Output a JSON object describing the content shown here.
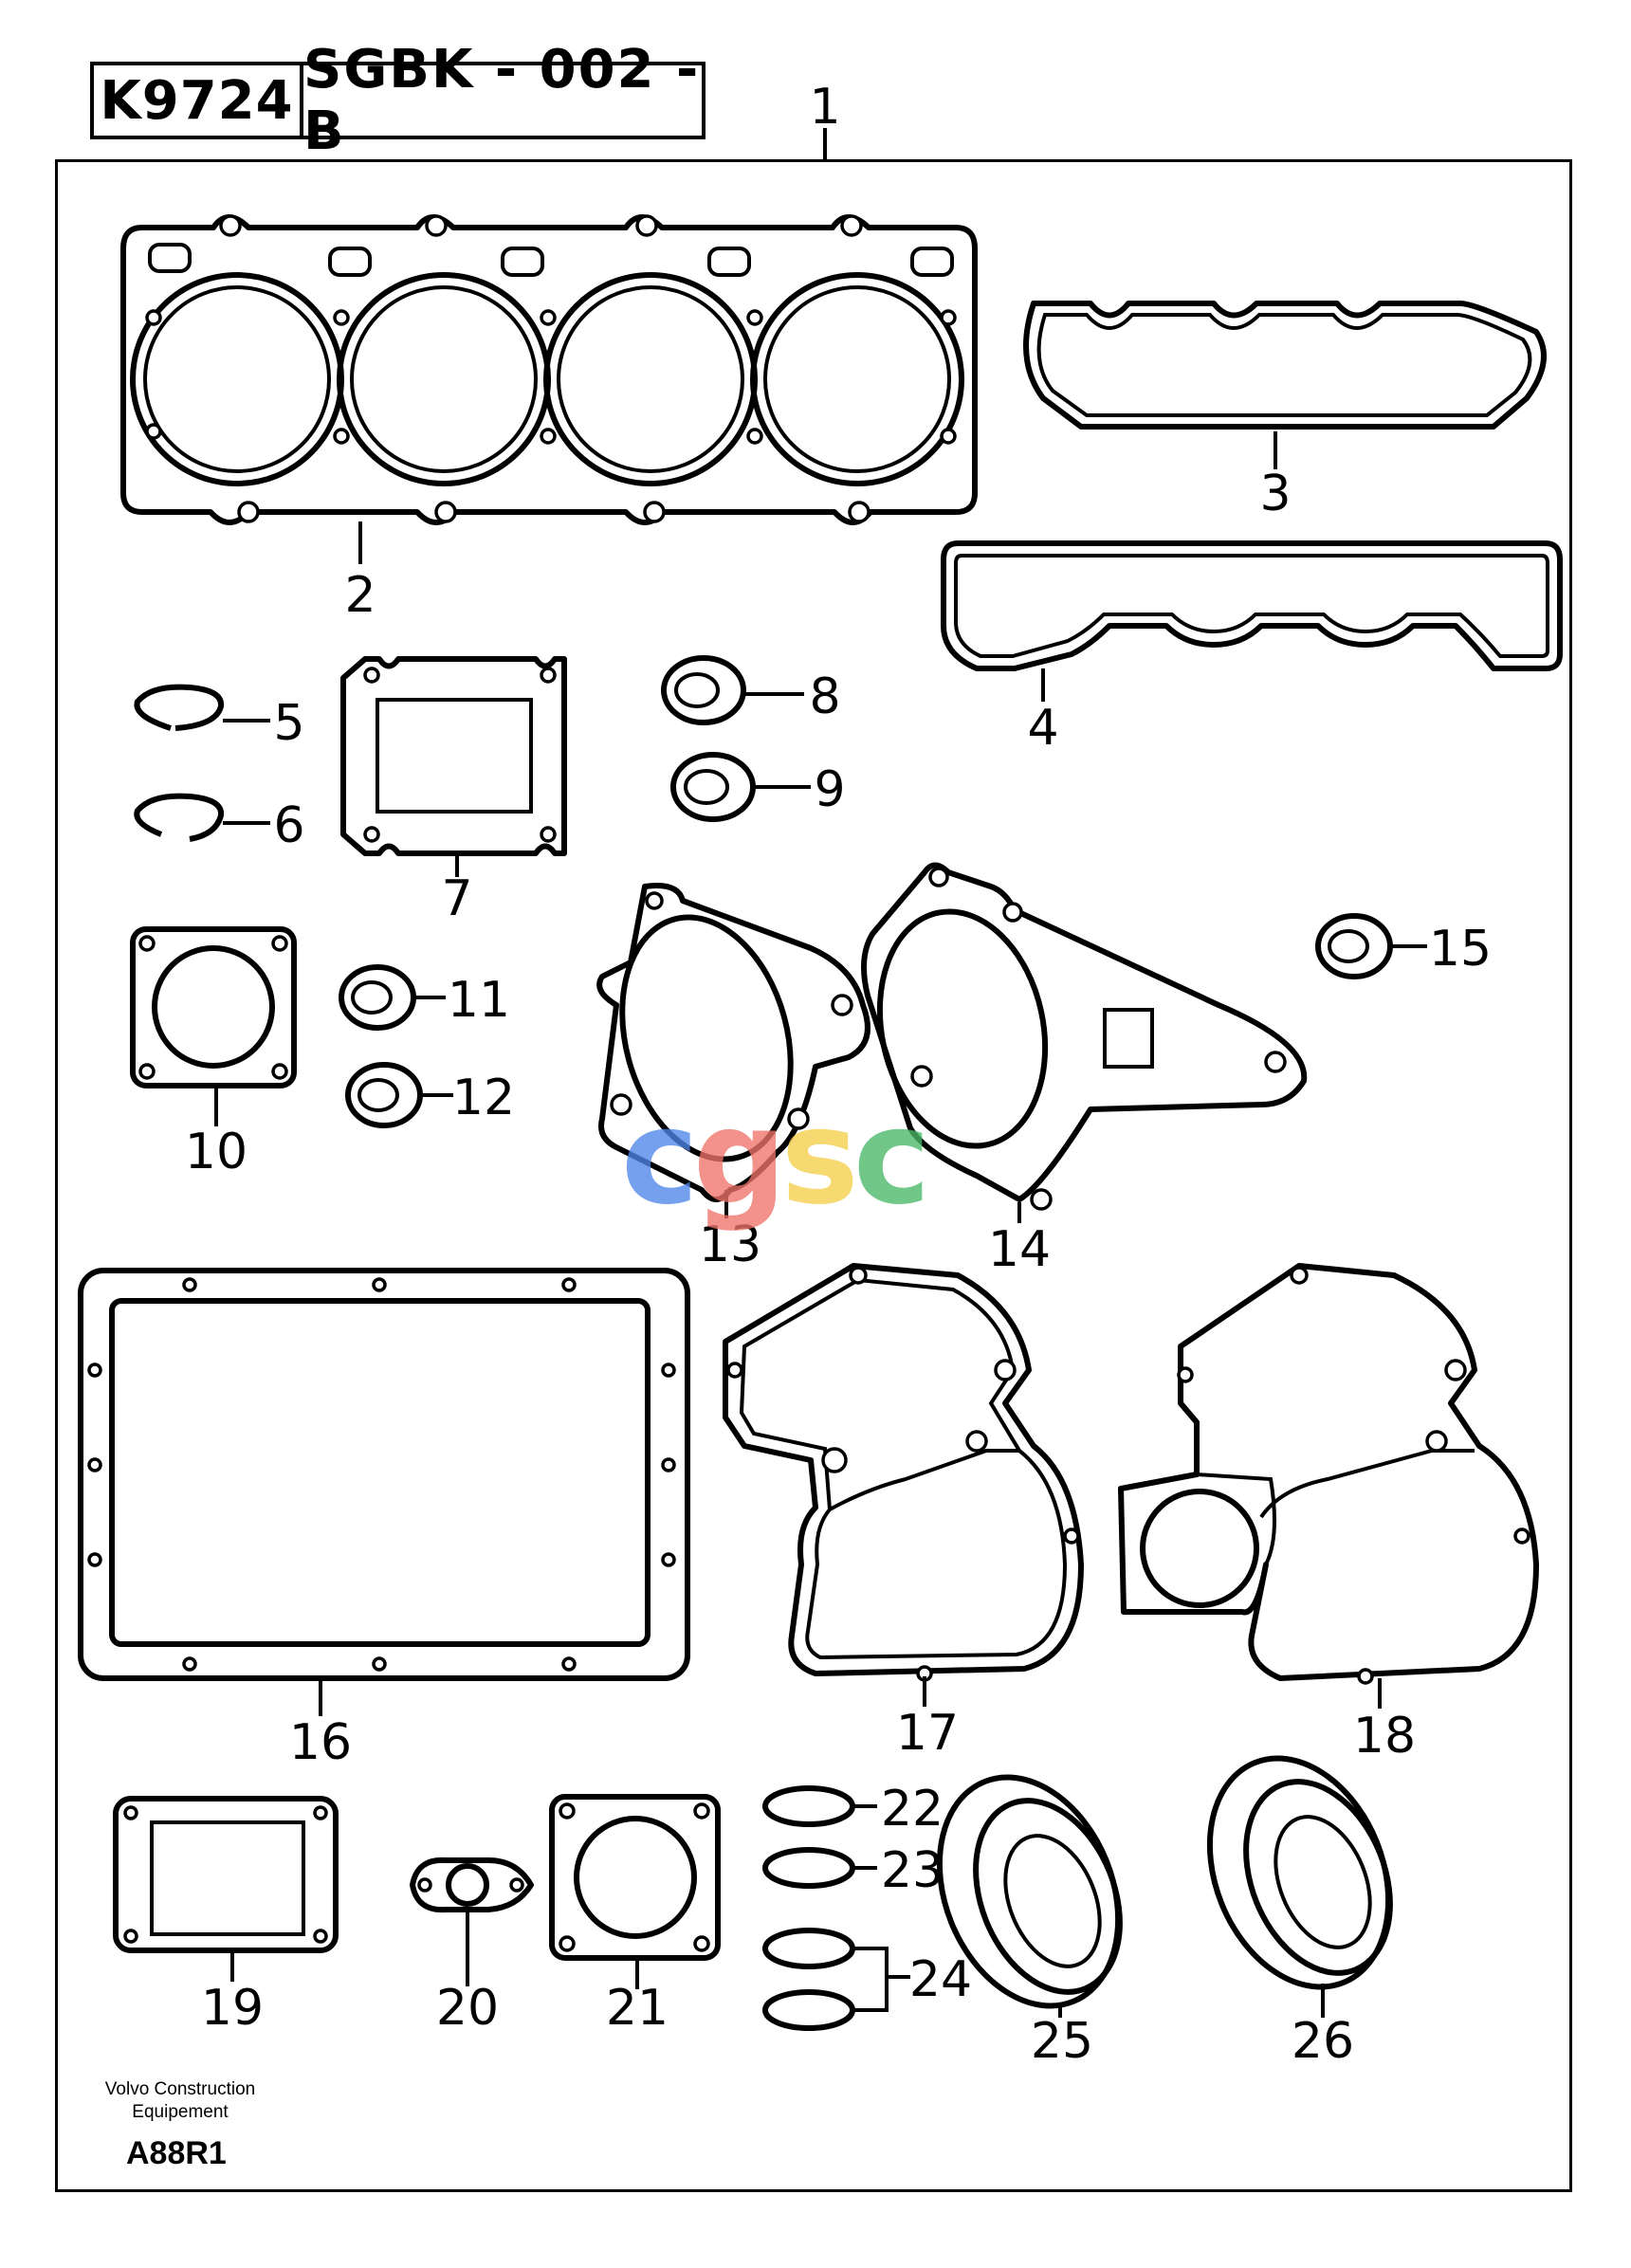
{
  "header": {
    "part_code": "K9724",
    "group_code": "SGBK - 002 - B"
  },
  "footer": {
    "brand": "Volvo Construction Equipement",
    "drawing_code": "A88R1"
  },
  "watermark": {
    "letters": [
      "c",
      "g",
      "s",
      "c"
    ],
    "colors": [
      "#4f86e8",
      "#f0746a",
      "#f6cf4a",
      "#49b866"
    ]
  },
  "callouts": [
    "1",
    "2",
    "3",
    "4",
    "5",
    "6",
    "7",
    "8",
    "9",
    "10",
    "11",
    "12",
    "13",
    "14",
    "15",
    "16",
    "17",
    "18",
    "19",
    "20",
    "21",
    "22",
    "23",
    "24",
    "25",
    "26"
  ]
}
